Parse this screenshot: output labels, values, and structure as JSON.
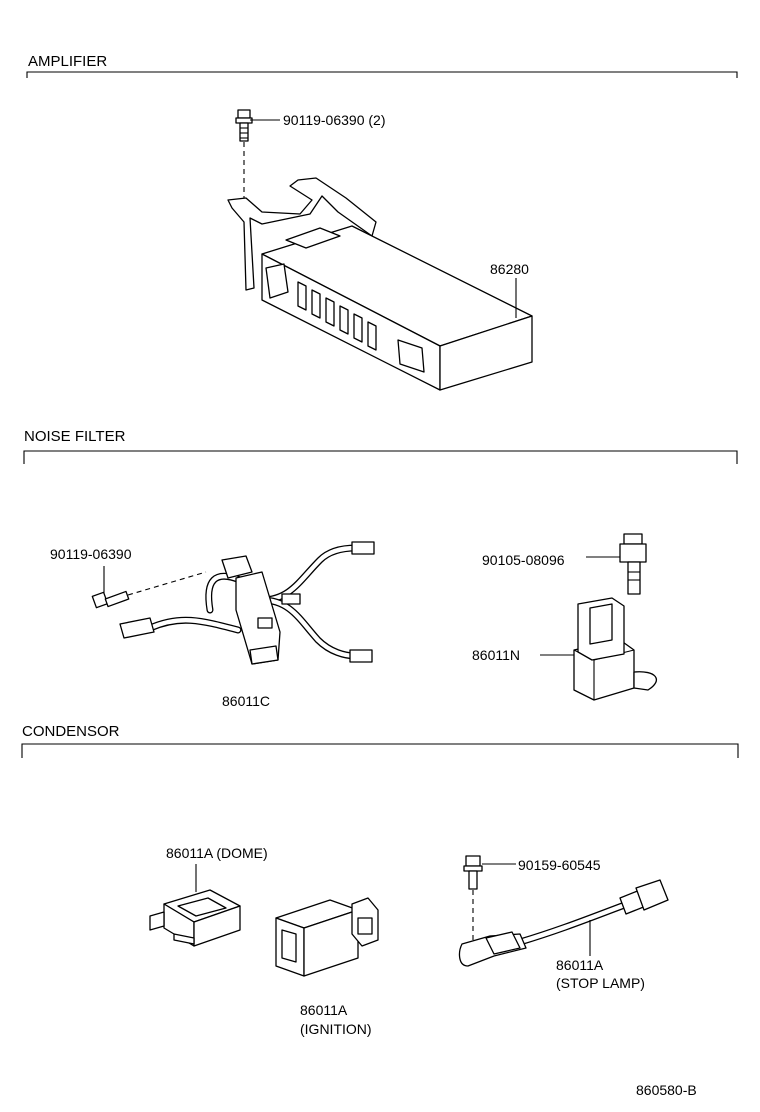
{
  "sections": {
    "amplifier": "AMPLIFIER",
    "noise_filter": "NOISE FILTER",
    "condensor": "CONDENSOR"
  },
  "parts": {
    "bolt_amp": "90119-06390 (2)",
    "amplifier": "86280",
    "bolt_nf": "90119-06390",
    "nf_c": "86011C",
    "bolt_nf_n": "90105-08096",
    "nf_n": "86011N",
    "cond_dome": "86011A (DOME)",
    "cond_ign_1": "86011A",
    "cond_ign_2": "(IGNITION)",
    "bolt_stop": "90159-60545",
    "cond_stop_1": "86011A",
    "cond_stop_2": "(STOP LAMP)"
  },
  "figure_id": "860580-B"
}
